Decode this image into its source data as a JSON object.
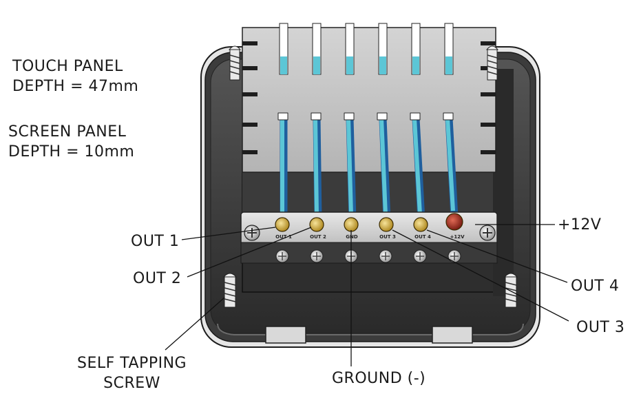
{
  "specs": {
    "touch_panel": {
      "line1": "TOUCH PANEL",
      "line2": "DEPTH = 47mm"
    },
    "screen_panel": {
      "line1": "SCREEN PANEL",
      "line2": "DEPTH = 10mm"
    }
  },
  "callouts": {
    "out1": "OUT 1",
    "out2": "OUT 2",
    "out3": "OUT 3",
    "out4": "OUT 4",
    "plus12v": "+12V",
    "ground": "GROUND (-)",
    "screw": {
      "line1": "SELF TAPPING",
      "line2": "SCREW"
    }
  },
  "terminals": [
    "OUT 1",
    "OUT 2",
    "GND",
    "OUT 3",
    "OUT 4",
    "+12V"
  ],
  "colors": {
    "wire_cyan": "#5cc6d6",
    "wire_blue": "#1f5f9e",
    "terminal_brass": "#d8b24a",
    "terminal_red": "#a83226",
    "housing_dark": "#3a3a3a",
    "heatsink_grey": "#c6c6c6"
  }
}
